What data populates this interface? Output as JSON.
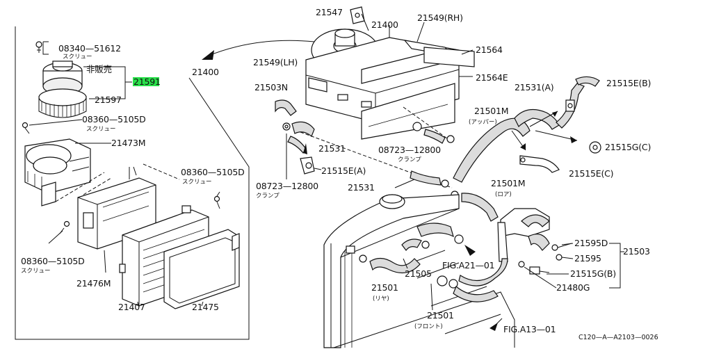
{
  "parts": {
    "p_08340_51612": "08340—51612",
    "p_08340_51612_sub": "スクリュー",
    "p_hanbai": "非販売",
    "p_21591": "21591",
    "p_21597": "21597",
    "p_21400_left": "21400",
    "p_08360_top": "08360—5105D",
    "p_08360_top_sub": "スクリュー",
    "p_21473M": "21473M",
    "p_08360_mid": "08360—5105D",
    "p_08360_mid_sub": "スクリュー",
    "p_08360_bot": "08360—5105D",
    "p_08360_bot_sub": "スクリュー",
    "p_21476M": "21476M",
    "p_21407": "21407",
    "p_21475": "21475",
    "p_21547": "21547",
    "p_21400_top": "21400",
    "p_21549_rh": "21549(RH)",
    "p_21549_lh": "21549(LH)",
    "p_21564": "21564",
    "p_21564E": "21564E",
    "p_21503N": "21503N",
    "p_21531_a": "21531(A)",
    "p_21515E_b": "21515E(B)",
    "p_21501M_upper": "21501M",
    "p_21501M_upper_sub": "(アッパー)",
    "p_21531_l": "21531",
    "p_08723_right": "08723—12800",
    "p_08723_right_sub": "クランプ",
    "p_21515E_a": "21515E(A)",
    "p_21515G_c": "21515G(C)",
    "p_21515E_c": "21515E(C)",
    "p_08723_left": "08723—12800",
    "p_08723_left_sub": "クランプ",
    "p_21531_m": "21531",
    "p_21501M_lower": "21501M",
    "p_21501M_lower_sub": "(ロア)",
    "p_21595D": "21595D",
    "p_21503": "21503",
    "p_21595": "21595",
    "p_21515G_b": "21515G(B)",
    "p_21480G": "21480G",
    "p_fig_a21": "FIG.A21—01",
    "p_21505": "21505",
    "p_21501_rear": "21501",
    "p_21501_rear_sub": "(リヤ)",
    "p_21501_front": "21501",
    "p_21501_front_sub": "(フロント)",
    "p_fig_a13": "FIG.A13—01",
    "p_diagram_code": "C120—A—A2103—0026"
  },
  "colors": {
    "highlight": "#29e04a",
    "ink": "#111111",
    "background": "#ffffff"
  }
}
